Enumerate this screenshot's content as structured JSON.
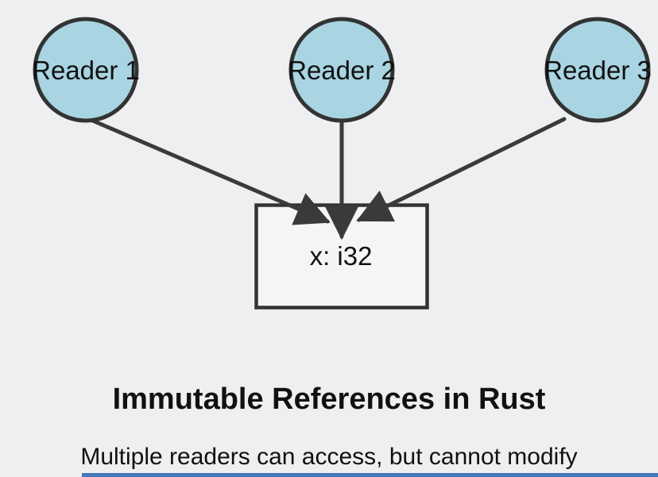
{
  "diagram": {
    "readers": [
      {
        "label": "Reader 1"
      },
      {
        "label": "Reader 2"
      },
      {
        "label": "Reader 3"
      }
    ],
    "value_box": {
      "label": "x: i32"
    }
  },
  "caption": {
    "title": "Immutable References in Rust",
    "subtitle": "Multiple readers can access, but cannot modify"
  },
  "colors": {
    "background": "#edeff1",
    "node_fill": "#a9d4e2",
    "outline": "#333333",
    "arrow": "#3a3a3a",
    "box_fill": "#f4f5f6",
    "text": "#111111",
    "bottom_bar": "#4677b8"
  }
}
